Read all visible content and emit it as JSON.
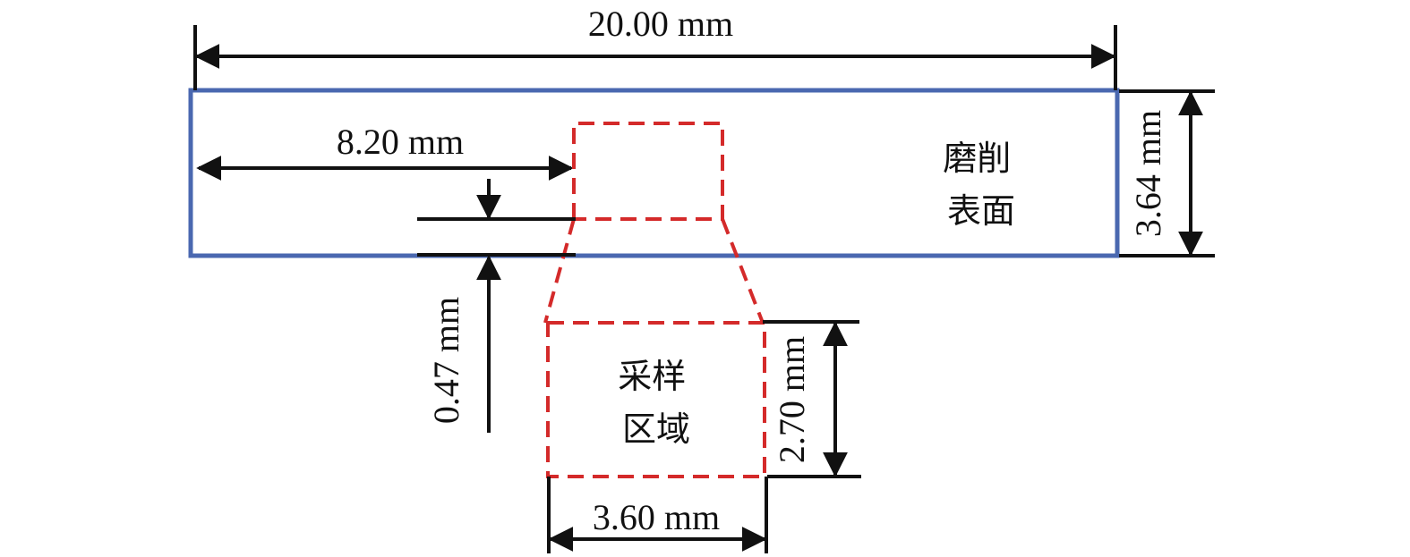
{
  "colors": {
    "specimen_outline": "#4a68b0",
    "sampling_outline": "#d42a2a",
    "dimension_line": "#111111"
  },
  "dimensions": {
    "total_length": "20.00 mm",
    "offset_length": "8.20 mm",
    "specimen_height": "3.64 mm",
    "depth": "0.47 mm",
    "sample_height": "2.70 mm",
    "sample_width": "3.60 mm"
  },
  "labels": {
    "grinding_surface": [
      "磨削",
      "表面"
    ],
    "sampling_area": [
      "采样",
      "区域"
    ]
  }
}
